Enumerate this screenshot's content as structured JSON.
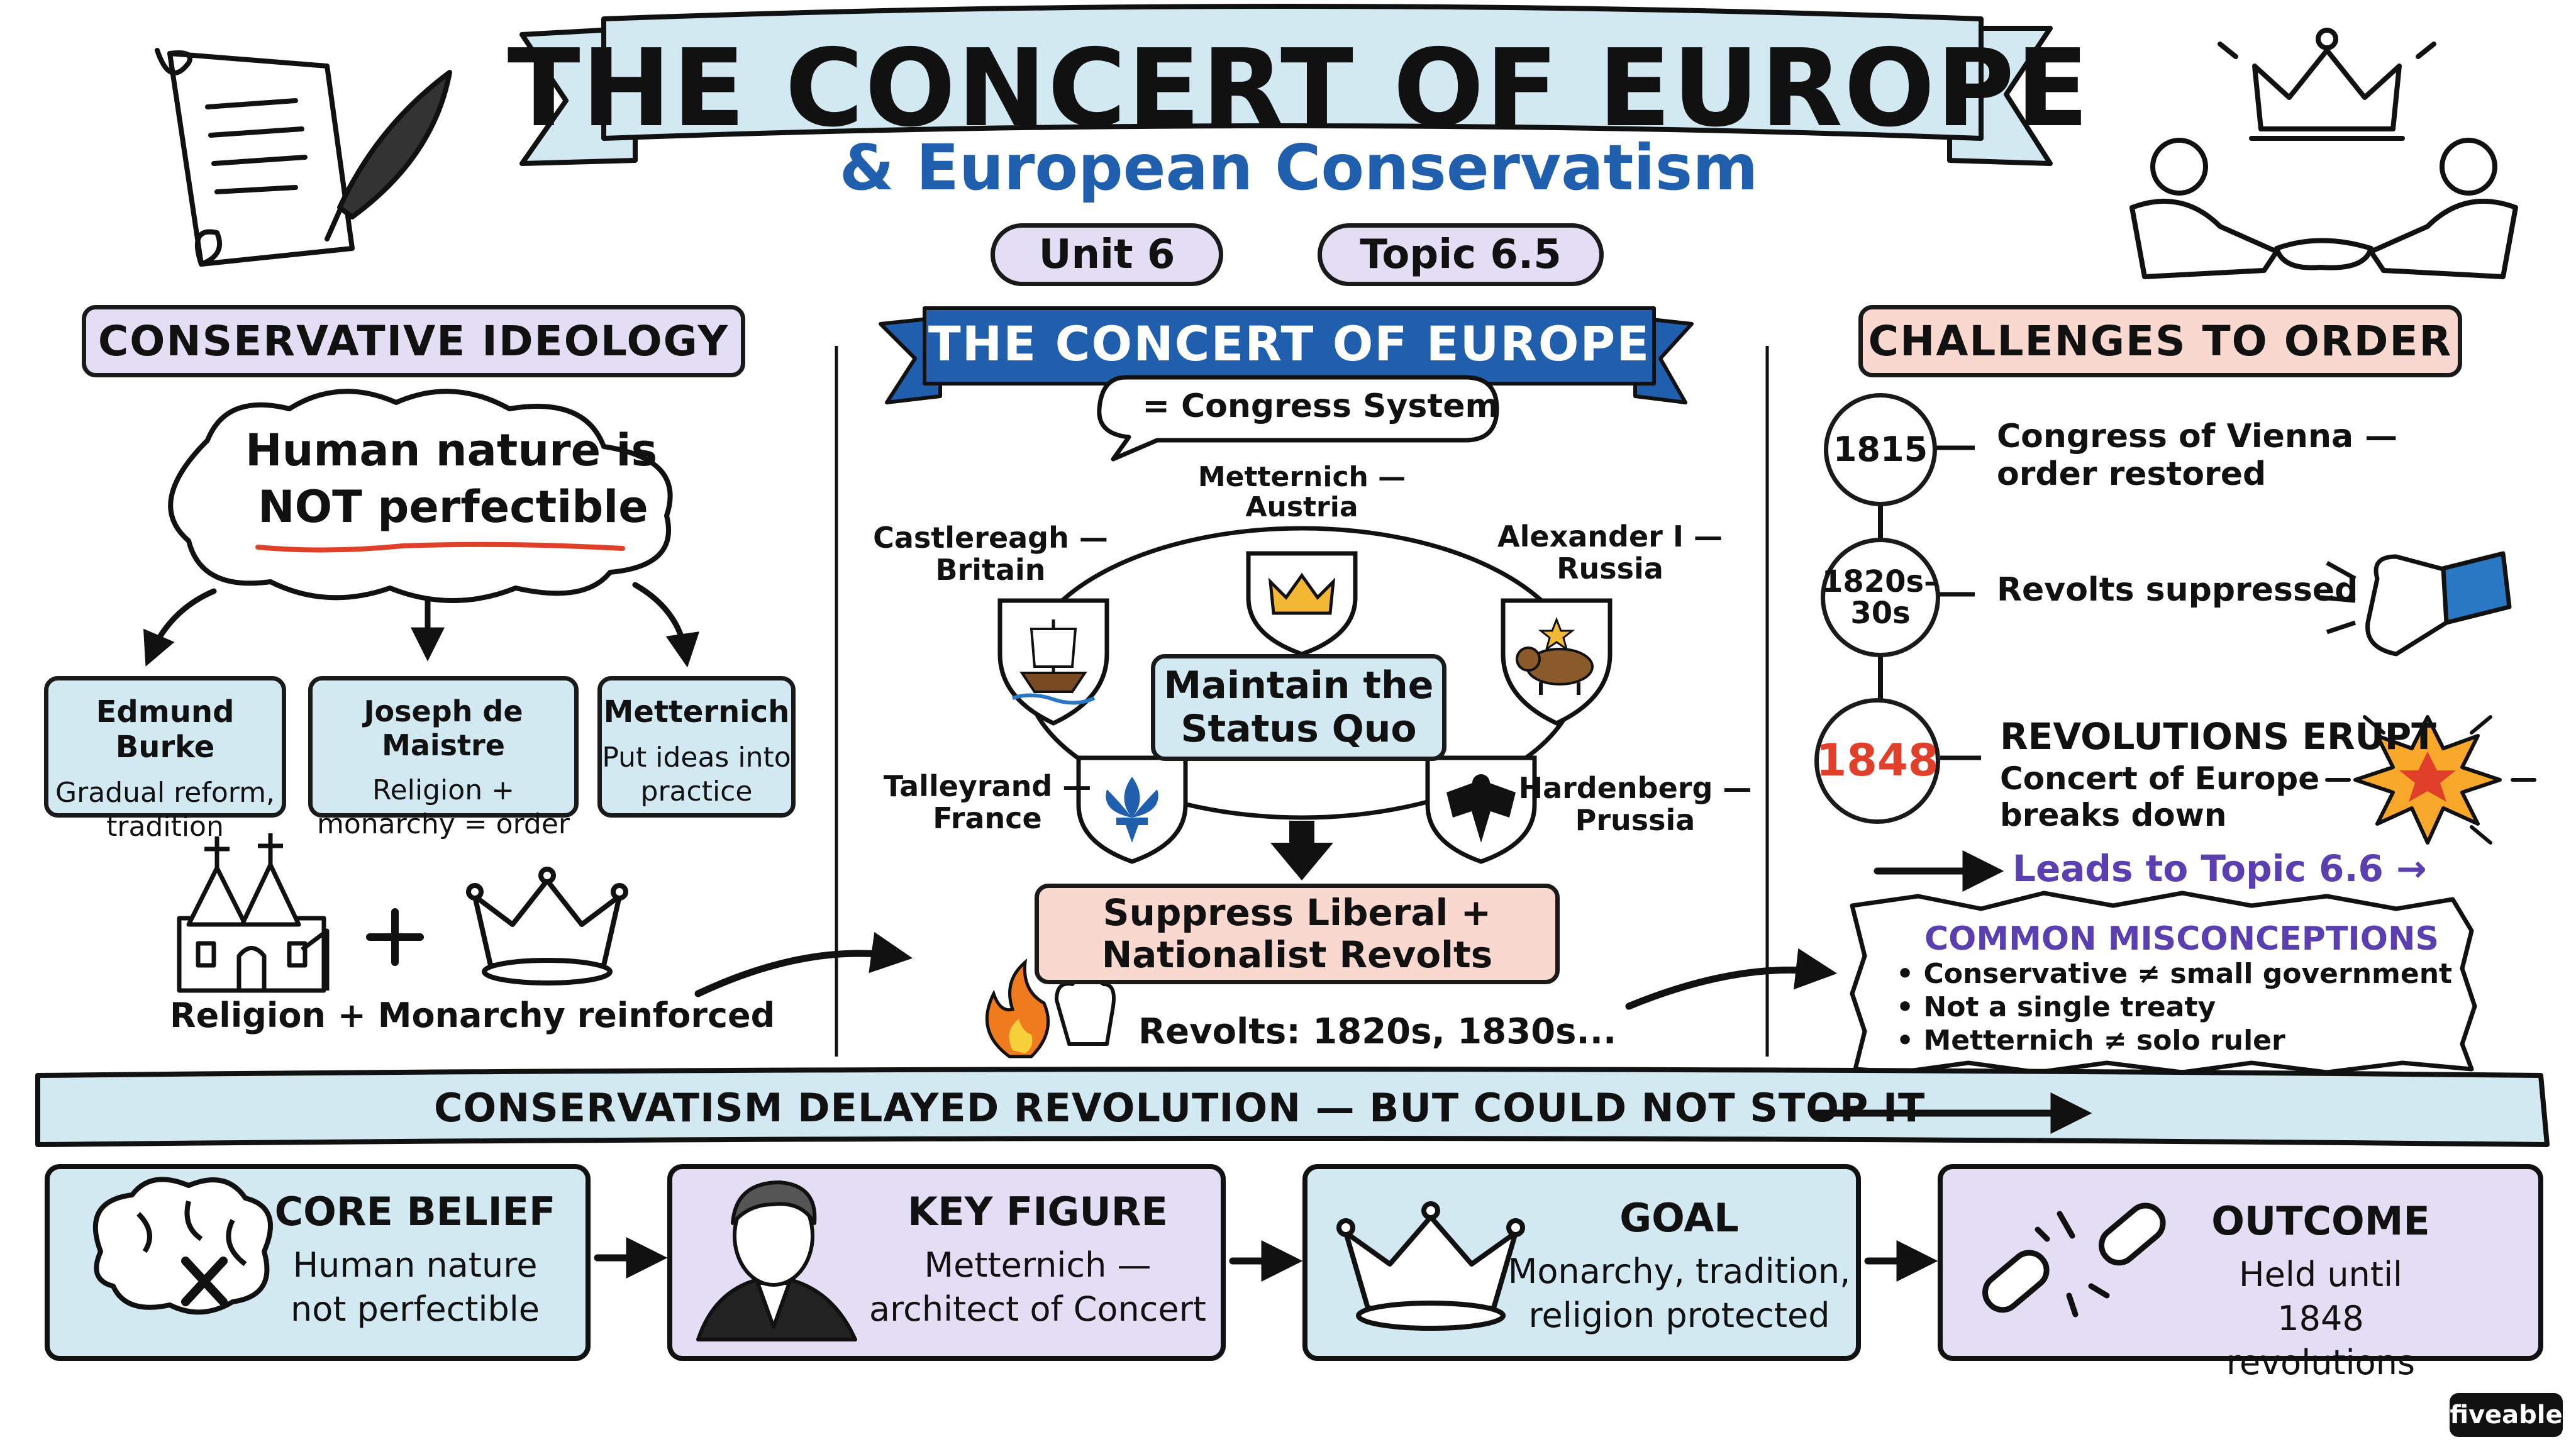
{
  "title": {
    "main": "THE CONCERT OF EUROPE",
    "subtitle": "& European Conservatism",
    "unit": "Unit 6",
    "topic": "Topic 6.5"
  },
  "colors": {
    "ribbon": "#d2e9f2",
    "purple_box": "#e4def5",
    "blue_box": "#d2e9f2",
    "pink_box": "#f9d9cf",
    "accent_red": "#e0402a",
    "accent_purple": "#5b3fb0",
    "accent_blue": "#1f5fae"
  },
  "left": {
    "header": "CONSERVATIVE IDEOLOGY",
    "cloud_line1": "Human nature is",
    "cloud_not": "NOT",
    "cloud_rest": "perfectible",
    "thinkers": [
      {
        "name": "Edmund Burke",
        "desc": "Gradual reform,\ntradition"
      },
      {
        "name": "Joseph de Maistre",
        "desc": "Religion +\nmonarchy = order"
      },
      {
        "name": "Metternich",
        "desc": "Put ideas into\npractice"
      }
    ],
    "reinforced": "Religion + Monarchy reinforced",
    "icons": [
      "church-icon",
      "crown-icon"
    ]
  },
  "center": {
    "banner": "THE CONCERT OF EUROPE",
    "congress": "= Congress System",
    "leaders": [
      {
        "name": "Metternich —",
        "country": "Austria",
        "emblem": "crown-icon"
      },
      {
        "name": "Castlereagh —",
        "country": "Britain",
        "emblem": "ship-icon"
      },
      {
        "name": "Alexander I —",
        "country": "Russia",
        "emblem": "bear-icon"
      },
      {
        "name": "Talleyrand —",
        "country": "France",
        "emblem": "fleur-de-lis-icon"
      },
      {
        "name": "Hardenberg —",
        "country": "Prussia",
        "emblem": "eagle-icon"
      }
    ],
    "status_quo": "Maintain the\nStatus Quo",
    "suppress": "Suppress Liberal +\nNationalist Revolts",
    "revolts": "Revolts: 1820s, 1830s..."
  },
  "right": {
    "header": "CHALLENGES TO ORDER",
    "timeline": [
      {
        "year": "1815",
        "title": "",
        "desc": "Congress of Vienna —\norder restored"
      },
      {
        "year": "1820s–\n30s",
        "title": "",
        "desc": "Revolts suppressed"
      },
      {
        "year": "1848",
        "title": "REVOLUTIONS ERUPT",
        "desc": "Concert of Europe\nbreaks down"
      }
    ],
    "leads_to": "Leads to Topic 6.6 →",
    "misconceptions_title": "COMMON MISCONCEPTIONS",
    "misconceptions": [
      "Conservative ≠ small government",
      "Not a single treaty",
      "Metternich ≠ solo ruler"
    ]
  },
  "banner_bottom": "CONSERVATISM DELAYED REVOLUTION — BUT COULD NOT STOP IT",
  "summary": [
    {
      "title": "CORE BELIEF",
      "desc": "Human nature\nnot perfectible",
      "icon": "brain-icon"
    },
    {
      "title": "KEY FIGURE",
      "desc": "Metternich —\narchitect of Concert",
      "icon": "portrait-icon"
    },
    {
      "title": "GOAL",
      "desc": "Monarchy, tradition,\nreligion protected",
      "icon": "crown-icon"
    },
    {
      "title": "OUTCOME",
      "desc": "Held until 1848\nrevolutions",
      "icon": "broken-chain-icon"
    }
  ],
  "brand": "fiveable"
}
